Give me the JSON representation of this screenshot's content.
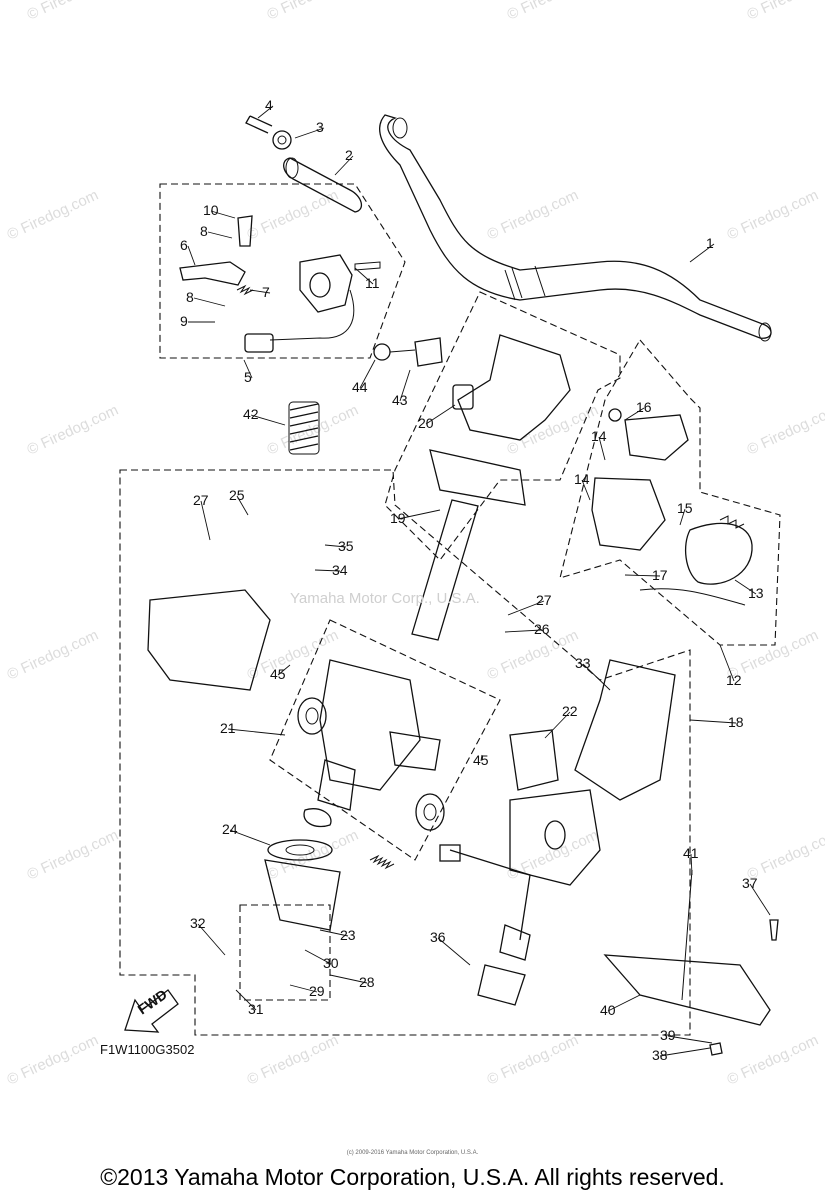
{
  "diagram": {
    "watermark_text": "© Firedog.com",
    "center_watermark": "Yamaha Motor Corp., U.S.A.",
    "diagram_code": "F1W1100G3502",
    "fwd_label": "FWD",
    "copyright": "©2013 Yamaha Motor Corporation, U.S.A. All rights reserved.",
    "small_notice": "(c) 2009-2016 Yamaha Motor Corporation, U.S.A.",
    "part_labels": [
      "1",
      "2",
      "3",
      "4",
      "5",
      "6",
      "7",
      "8",
      "8",
      "9",
      "10",
      "11",
      "12",
      "13",
      "14",
      "14",
      "15",
      "16",
      "17",
      "18",
      "19",
      "20",
      "21",
      "22",
      "23",
      "24",
      "25",
      "26",
      "27",
      "27",
      "28",
      "29",
      "30",
      "31",
      "32",
      "33",
      "34",
      "35",
      "36",
      "37",
      "38",
      "39",
      "40",
      "41",
      "42",
      "43",
      "44",
      "45",
      "45"
    ]
  }
}
